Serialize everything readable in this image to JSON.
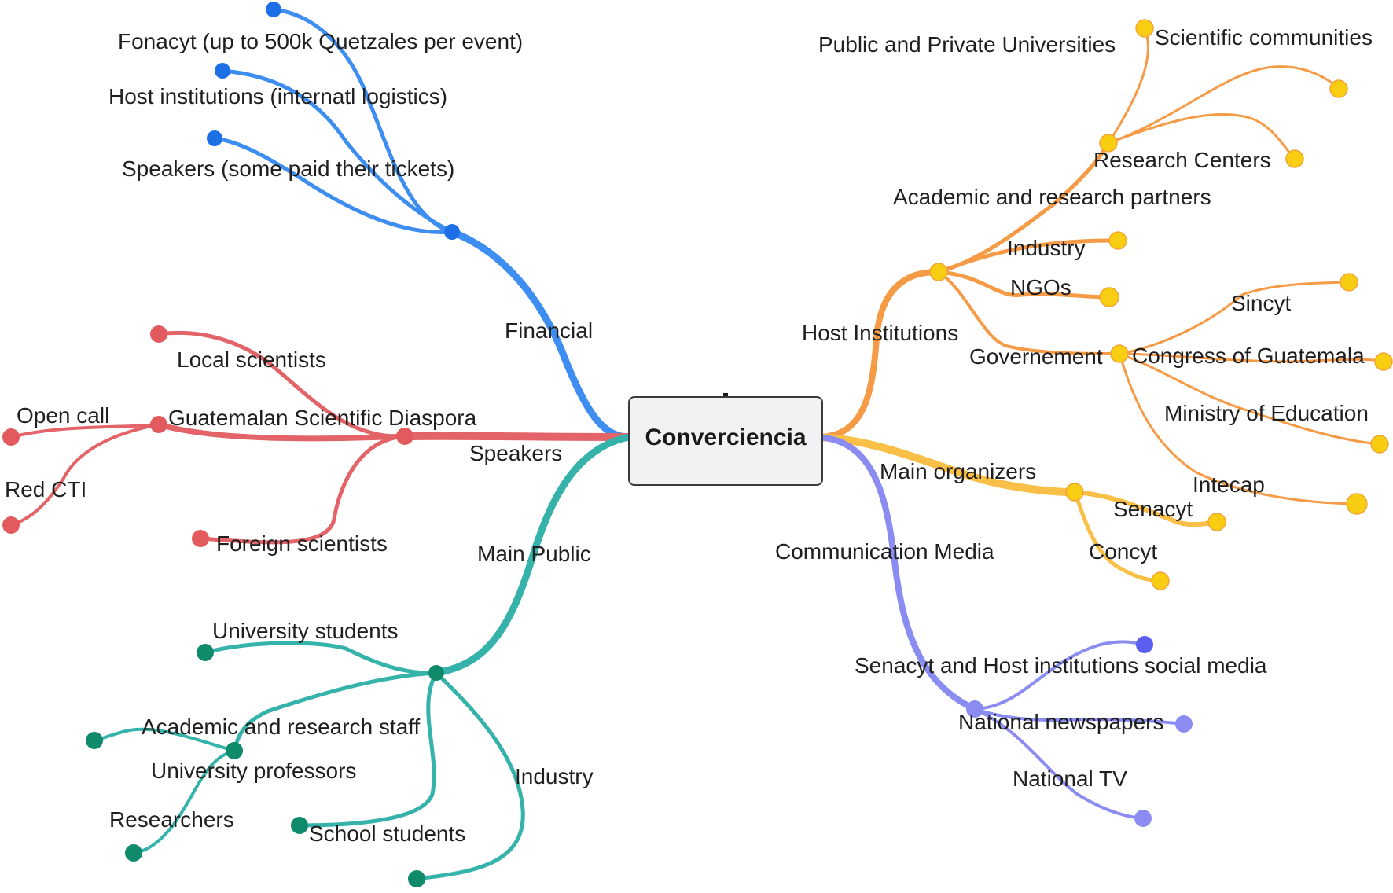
{
  "center": {
    "label": "Converciencia",
    "fill": "#f1f2f4",
    "stroke": "#3a3a3a"
  },
  "palette": {
    "financial": "#3d8ef0",
    "financial_dot": "#1d6fe6",
    "speakers": "#e26468",
    "speakers_dot": "#e35a5e",
    "public": "#35b3aa",
    "public_dot": "#0f8a6a",
    "host": "#f59a45",
    "host_dot": "#f9cd12",
    "organizers": "#f9bf47",
    "media": "#8b8cf2",
    "media_dot": "#5b5ef0"
  },
  "branches": {
    "financial": {
      "label": "Financial",
      "children": [
        "Fonacyt (up to 500k Quetzales per event)",
        "Host institutions (internatl logistics)",
        "Speakers (some paid their tickets)"
      ]
    },
    "speakers": {
      "label": "Speakers",
      "children": [
        "Local scientists",
        "Guatemalan Scientific Diaspora",
        "Foreign scientists"
      ],
      "diaspora_children": [
        "Open call",
        "Red CTI"
      ]
    },
    "main_public": {
      "label": "Main Public",
      "children": [
        "University students",
        "Academic and research staff",
        "School students",
        "Industry"
      ],
      "staff_children": [
        "University professors",
        "Researchers"
      ]
    },
    "host_institutions": {
      "label": "Host Institutions",
      "children": [
        "Academic and research partners",
        "Industry",
        "NGOs",
        "Governement"
      ],
      "academic_children": [
        "Public and Private Universities",
        "Scientific communities",
        "Research Centers"
      ],
      "government_children": [
        "Sincyt",
        "Congress of Guatemala",
        "Ministry of Education",
        "Intecap"
      ]
    },
    "main_organizers": {
      "label": "Main organizers",
      "children": [
        "Senacyt",
        "Concyt"
      ]
    },
    "communication_media": {
      "label": "Communication Media",
      "children": [
        "Senacyt and Host institutions social media",
        "National newspapers",
        "National TV"
      ]
    }
  }
}
